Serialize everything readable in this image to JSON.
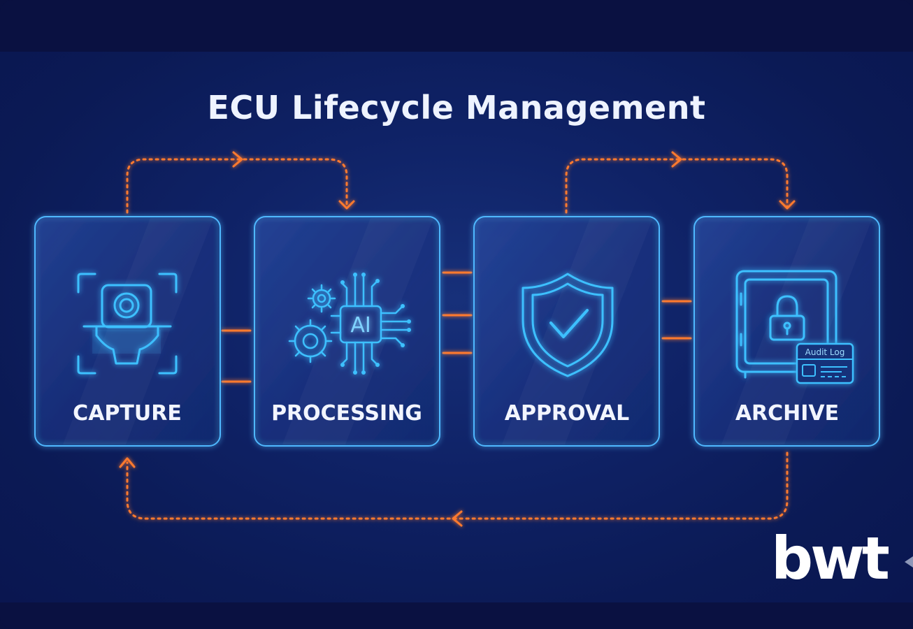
{
  "title": "ECU Lifecycle Management",
  "stages": [
    {
      "label": "CAPTURE",
      "icon": "camera-scan-icon"
    },
    {
      "label": "PROCESSING",
      "icon": "ai-chip-gears-icon"
    },
    {
      "label": "APPROVAL",
      "icon": "shield-check-icon"
    },
    {
      "label": "ARCHIVE",
      "icon": "vault-lock-icon"
    }
  ],
  "ai_chip_text": "AI",
  "audit_log_text": "Audit Log",
  "logo_text": "bwt",
  "colors": {
    "background": "#0f2266",
    "card_border": "#4fb8ff",
    "icon_glow": "#3ec0ff",
    "connector": "#ff7a2e",
    "title": "#eef3ff"
  }
}
